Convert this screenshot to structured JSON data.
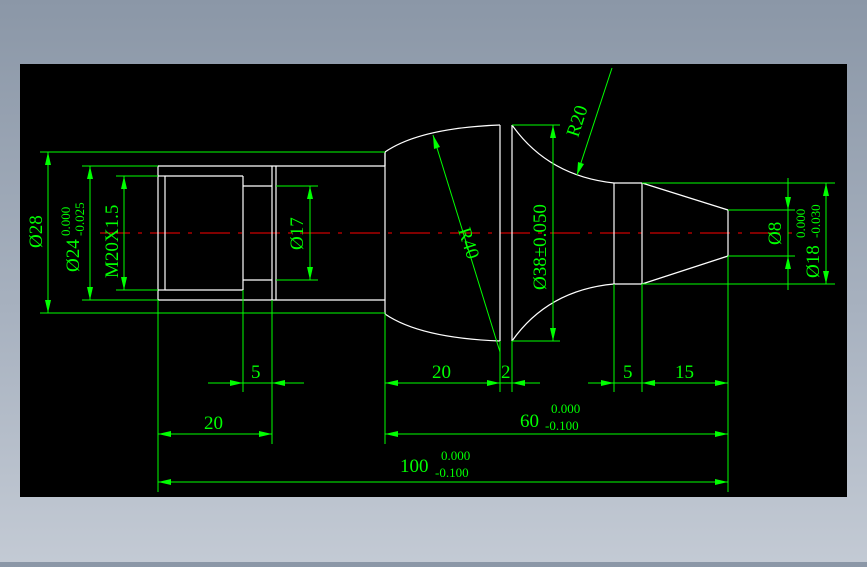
{
  "colors": {
    "background": "#8b97a7",
    "canvas": "#000000",
    "part_outline": "#ffffff",
    "dimension": "#00ff00",
    "centerline": "#ff0000"
  },
  "dimensions": {
    "dia28": "Ø28",
    "dia24_label": "Ø24",
    "dia24_upper": "0.000",
    "dia24_lower": "-0.025",
    "thread": "M20X1.5",
    "dia17": "Ø17",
    "r40": "R40",
    "dia38": "Ø38±0.050",
    "r20": "R20",
    "dia8": "Ø8",
    "dia18_label": "Ø18",
    "dia18_upper": "0.000",
    "dia18_lower": "-0.030",
    "len5_left": "5",
    "len20_left": "20",
    "len20_mid": "20",
    "len2": "2",
    "len5_right": "5",
    "len15": "15",
    "len60": "60",
    "len60_upper": "0.000",
    "len60_lower": "-0.100",
    "len100": "100",
    "len100_upper": "0.000",
    "len100_lower": "-0.100"
  }
}
